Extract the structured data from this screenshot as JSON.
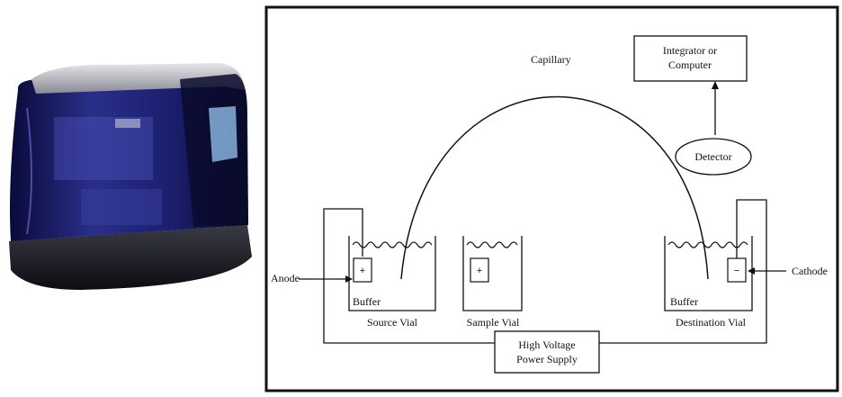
{
  "photo": {
    "name": "capillary-electrophoresis-instrument"
  },
  "diagram": {
    "capillary": "Capillary",
    "integrator_line1": "Integrator or",
    "integrator_line2": "Computer",
    "detector": "Detector",
    "anode": "Anode",
    "cathode": "Cathode",
    "buffer_left": "Buffer",
    "buffer_right": "Buffer",
    "source_vial": "Source Vial",
    "sample_vial": "Sample Vial",
    "destination_vial": "Destination Vial",
    "power_line1": "High Voltage",
    "power_line2": "Power Supply",
    "plus_symbol": "+",
    "minus_symbol": "−"
  }
}
